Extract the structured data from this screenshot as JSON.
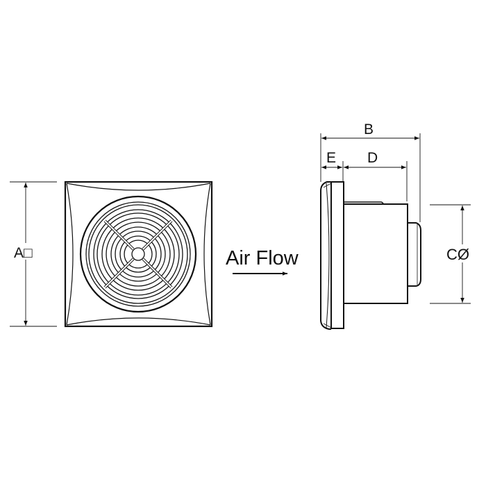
{
  "labels": {
    "a": "A□",
    "b": "B",
    "c": "CØ",
    "d": "D",
    "e": "E",
    "airflow": "Air Flow"
  },
  "colors": {
    "line": "#111111",
    "background": "#ffffff"
  }
}
